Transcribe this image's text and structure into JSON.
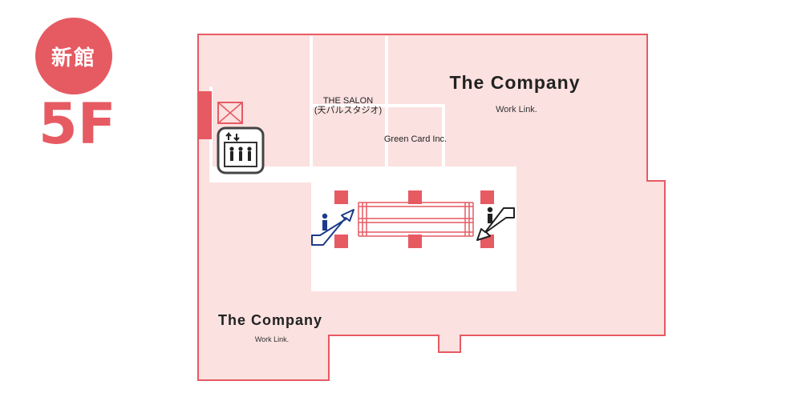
{
  "header": {
    "building_label": "新館",
    "floor_label": "5F"
  },
  "tenants": {
    "salon_name": "THE SALON",
    "salon_subtitle": "(天パルスタジオ)",
    "green_card": "Green Card Inc.",
    "company_top": {
      "name": "The Company",
      "sub": "Work Link."
    },
    "company_bottom": {
      "name": "The Company",
      "sub": "Work Link."
    }
  },
  "icons": {
    "elevator": "elevator-icon",
    "escalator_up": "escalator-up-icon",
    "escalator_down": "escalator-down-icon",
    "stairs": "stairs-icon"
  },
  "colors": {
    "floor_fill": "#fbe1e0",
    "wall_stroke": "#e65a62",
    "accent": "#e65a62",
    "escalator_up": "#1c3b8a",
    "escalator_down": "#222222"
  }
}
